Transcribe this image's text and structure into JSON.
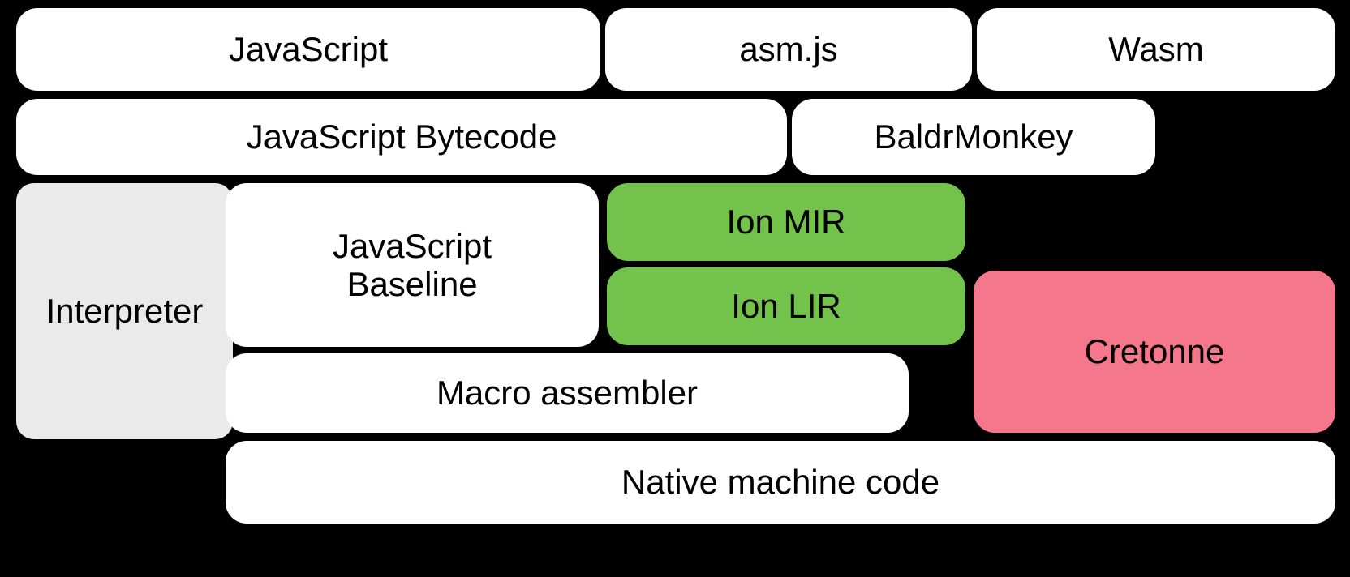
{
  "diagram": {
    "title": "SpiderMonkey compilation pipeline",
    "background_color": "#000000",
    "palette": {
      "white": "#FFFFFF",
      "grey": "#EAEAEA",
      "green": "#73C24B",
      "pink": "#F4778C",
      "text": "#000000"
    },
    "rows": [
      {
        "name": "source-languages",
        "boxes": [
          {
            "id": "javascript",
            "label": "JavaScript",
            "color": "#FFFFFF"
          },
          {
            "id": "asmjs",
            "label": "asm.js",
            "color": "#FFFFFF"
          },
          {
            "id": "wasm",
            "label": "Wasm",
            "color": "#FFFFFF"
          }
        ]
      },
      {
        "name": "front-ends",
        "boxes": [
          {
            "id": "js-bytecode",
            "label": "JavaScript Bytecode",
            "color": "#FFFFFF"
          },
          {
            "id": "baldrmonkey",
            "label": "BaldrMonkey",
            "color": "#FFFFFF"
          }
        ]
      },
      {
        "name": "execution-tiers",
        "boxes": [
          {
            "id": "interpreter",
            "label": "Interpreter",
            "color": "#EAEAEA"
          },
          {
            "id": "js-baseline",
            "label": "JavaScript\nBaseline",
            "color": "#FFFFFF"
          },
          {
            "id": "ion-mir",
            "label": "Ion MIR",
            "color": "#73C24B"
          },
          {
            "id": "ion-lir",
            "label": "Ion LIR",
            "color": "#73C24B"
          },
          {
            "id": "macro-assembler",
            "label": "Macro assembler",
            "color": "#FFFFFF"
          },
          {
            "id": "cretonne",
            "label": "Cretonne",
            "color": "#F4778C"
          }
        ]
      },
      {
        "name": "output",
        "boxes": [
          {
            "id": "native-code",
            "label": "Native machine code",
            "color": "#FFFFFF"
          }
        ]
      }
    ],
    "labels": {
      "javascript": "JavaScript",
      "asmjs": "asm.js",
      "wasm": "Wasm",
      "js_bytecode": "JavaScript Bytecode",
      "baldrmonkey": "BaldrMonkey",
      "interpreter": "Interpreter",
      "js_baseline": "JavaScript\nBaseline",
      "ion_mir": "Ion MIR",
      "ion_lir": "Ion LIR",
      "macro_assembler": "Macro assembler",
      "cretonne": "Cretonne",
      "native_code": "Native machine code"
    }
  }
}
